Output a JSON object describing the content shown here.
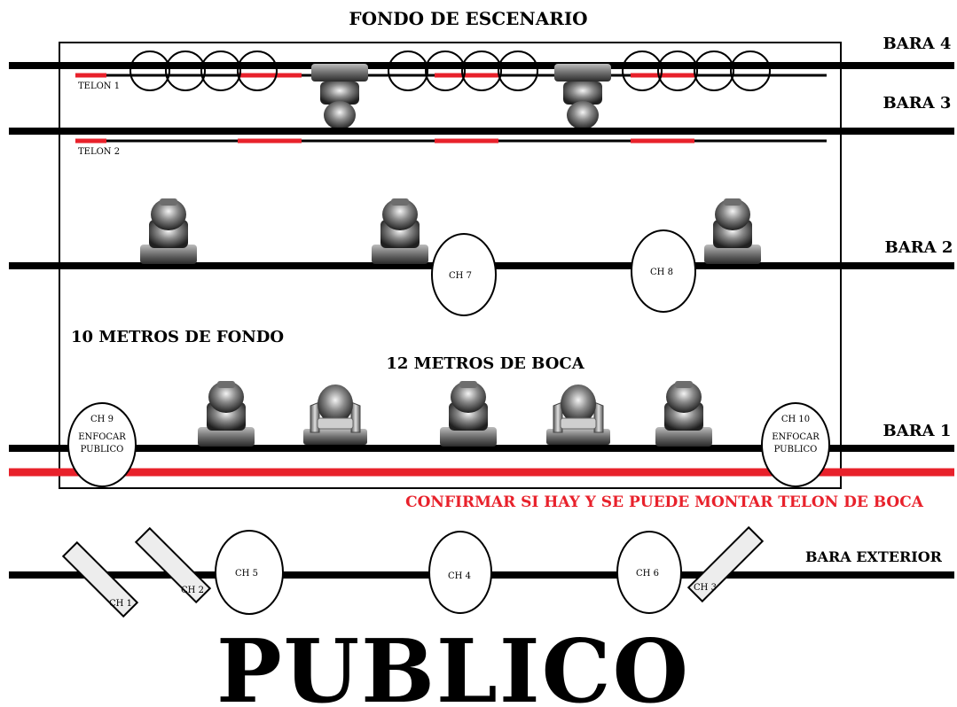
{
  "title": "FONDO DE ESCENARIO",
  "bars": {
    "bar4": "BARA 4",
    "bar3": "BARA 3",
    "bar2": "BARA 2",
    "bar1": "BARA 1",
    "exterior": "BARA EXTERIOR"
  },
  "curtains": {
    "telon1": "TELON 1",
    "telon2": "TELON 2"
  },
  "dimensions": {
    "depth": "10 METROS DE FONDO",
    "width": "12 METROS DE BOCA"
  },
  "warning": "CONFIRMAR SI HAY Y SE PUEDE MONTAR TELON DE BOCA",
  "audience": "PUBLICO",
  "channels": {
    "ch1": "CH 1",
    "ch2": "CH 2",
    "ch3": "CH 3",
    "ch4": "CH 4",
    "ch5": "CH 5",
    "ch6": "CH 6",
    "ch7": "CH 7",
    "ch8": "CH 8",
    "ch9": "CH 9",
    "ch9_note_1": "ENFOCAR",
    "ch9_note_2": "PUBLICO",
    "ch10": "CH 10",
    "ch10_note_1": "ENFOCAR",
    "ch10_note_2": "PUBLICO"
  },
  "colors": {
    "bar": "#000000",
    "accent": "#e8212b",
    "fixture_fill": "#eeeeee"
  },
  "icons": {
    "moving_head": "moving-head-fixture-icon",
    "par_can": "par-can-circle-icon",
    "profile": "profile-spot-icon"
  }
}
